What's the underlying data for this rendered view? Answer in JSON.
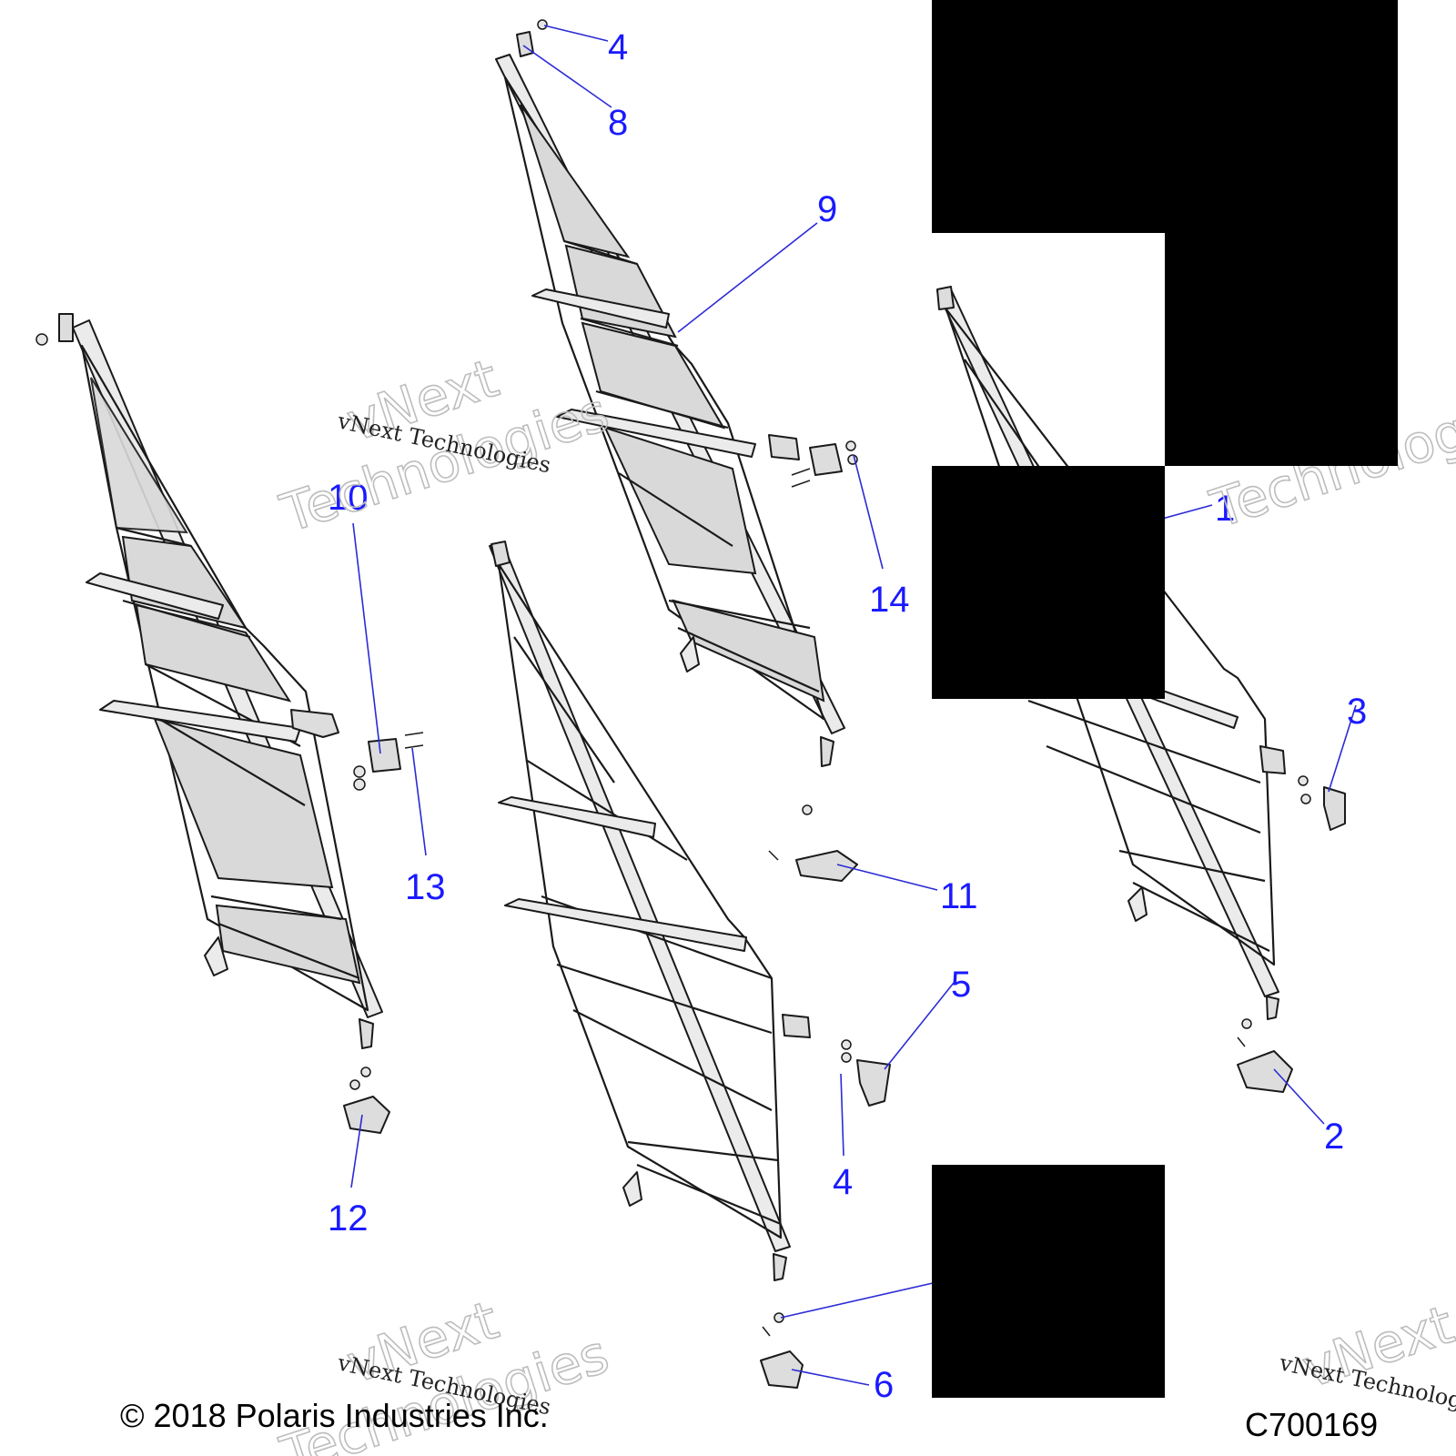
{
  "callouts": {
    "c1": "1",
    "c2": "2",
    "c3": "3",
    "c4_top": "4",
    "c4_mid": "4",
    "c5": "5",
    "c6": "6",
    "c8": "8",
    "c9": "9",
    "c10": "10",
    "c11": "11",
    "c12": "12",
    "c13": "13",
    "c14": "14"
  },
  "watermark": {
    "mono": "vNext Technologies",
    "outline_line1": "vNext",
    "outline_line2": "Technologies"
  },
  "footer": {
    "copyright": "© 2018 Polaris Industries Inc.",
    "drawing_code": "C700169"
  }
}
